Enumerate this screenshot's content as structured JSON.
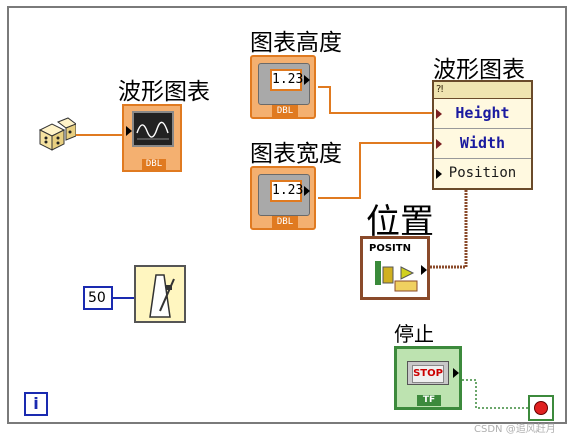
{
  "labels": {
    "waveform_chart_terminal": "波形图表",
    "chart_height_control": "图表高度",
    "chart_width_control": "图表宽度",
    "property_node_title": "波形图表",
    "position_cluster": "位置",
    "stop_button_label": "停止"
  },
  "controls": {
    "height_value": "1.23",
    "height_type": "DBL",
    "width_value": "1.23",
    "width_type": "DBL",
    "chart_type": "DBL"
  },
  "property_node": {
    "header_glyph": "⁈",
    "properties": [
      "Height",
      "Width",
      "Position"
    ]
  },
  "bundle_node": {
    "title": "POSITN"
  },
  "wait_constant": "50",
  "stop": {
    "button_text": "STOP",
    "type": "TF"
  },
  "info_glyph": "i",
  "watermark": "CSDN @追风赶月"
}
